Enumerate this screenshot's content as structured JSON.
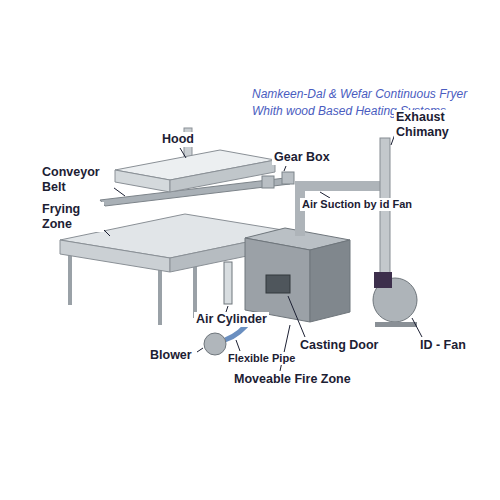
{
  "diagram": {
    "title": "Namkeen-Dal & Wefar Continuous Fryer Whith wood Based Heating Systems",
    "labels": [
      "Hood",
      "Gear Box",
      "Conveyor Belt",
      "Frying Zone",
      "Exhaust Chimany",
      "Air Suction by id Fan",
      "Air Cylinder",
      "Blower",
      "Flexible Pipe",
      "Casting Door",
      "Moveable Fire Zone",
      "ID - Fan"
    ]
  }
}
